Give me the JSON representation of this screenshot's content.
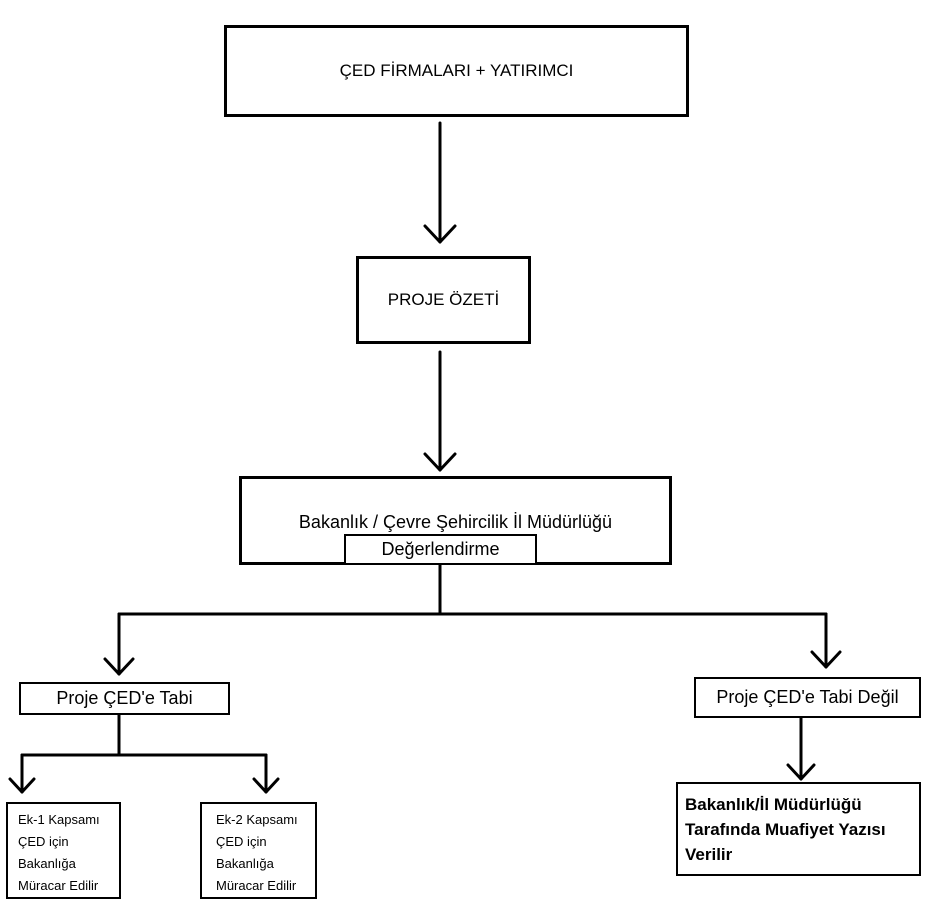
{
  "nodes": {
    "ced_firmalari": "ÇED FİRMALARI + YATIRIMCI",
    "proje_ozeti": "PROJE ÖZETİ",
    "bakanlik": "Bakanlık / Çevre Şehircilik İl Müdürlüğü",
    "degerlendirme": "Değerlendirme",
    "proje_ced_tabi": "Proje ÇED'e Tabi",
    "proje_ced_tabi_degil": "Proje ÇED'e Tabi Değil",
    "ek1": [
      "Ek-1 Kapsamı",
      "ÇED için",
      "Bakanlığa",
      "Müracar Edilir"
    ],
    "ek2": [
      "Ek-2 Kapsamı",
      "ÇED için",
      "Bakanlığa",
      "Müracar Edilir"
    ],
    "muafiyet": [
      "Bakanlık/İl Müdürlüğü",
      "Tarafında Muafiyet Yazısı",
      "Verilir"
    ]
  }
}
